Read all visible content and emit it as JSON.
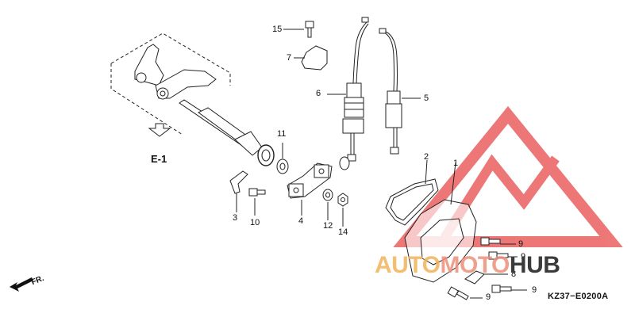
{
  "diagram": {
    "ref_section": "E-1",
    "front_mark": "FR.",
    "part_code": "KZ37−E0200A",
    "labels": {
      "p15": "15",
      "p7": "7",
      "p6": "6",
      "p5": "5",
      "p11": "11",
      "p2": "2",
      "p1": "1",
      "p3": "3",
      "p10": "10",
      "p4": "4",
      "p12": "12",
      "p14": "14",
      "p9a": "9",
      "p9b": "9",
      "p9c": "9",
      "p9d": "9",
      "p8": "8"
    }
  },
  "watermark": {
    "text_a": "AUTO",
    "text_b": "MOTO",
    "text_c": "HUB",
    "colors": {
      "triangle": "#e84a4a",
      "auto": "#f2b35a",
      "moto": "#ef8f7a",
      "hub": "#3b3b3b"
    }
  }
}
